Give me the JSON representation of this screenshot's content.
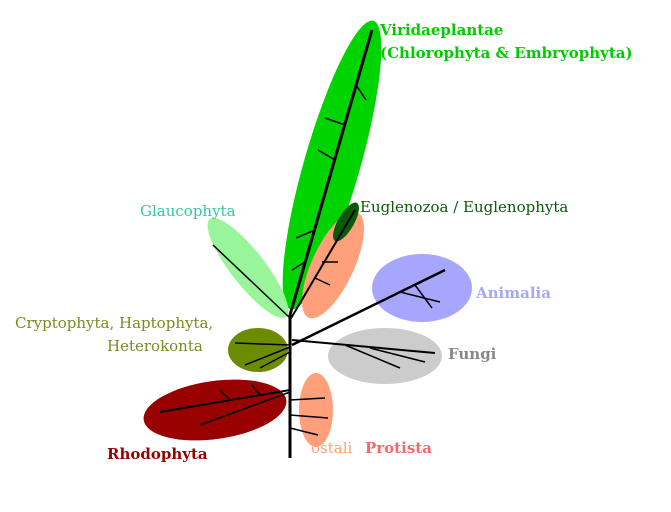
{
  "title": "Phylogenetic tree of eukaryotes",
  "labels": {
    "viridaeplantae": "Viridaeplantae",
    "viridaeplantae_sub": "(Chlorophyta & Embryophyta)",
    "glaucophyta": "Glaucophyta",
    "euglenozoa": "Euglenozoa / Euglenophyta",
    "animalia": "Animalia",
    "fungi": "Fungi",
    "crypto_line1": "Cryptophyta, Haptophyta,",
    "crypto_line2": "Heterokonta",
    "rhodophyta": "Rhodophyta",
    "ostali": "ostali",
    "protista": "Protista"
  },
  "colors": {
    "viridaeplantae": "#00cc00",
    "glaucophyta": "#99f599",
    "glaucophyta_text": "#33c9a0",
    "euglenozoa": "#0a5a0a",
    "animalia": "#a6a6ff",
    "fungi": "#cccccc",
    "crypto": "#6b8c00",
    "rhodophyta": "#990000",
    "protista": "#ffa07a",
    "protista_text": "#f26a6a"
  }
}
